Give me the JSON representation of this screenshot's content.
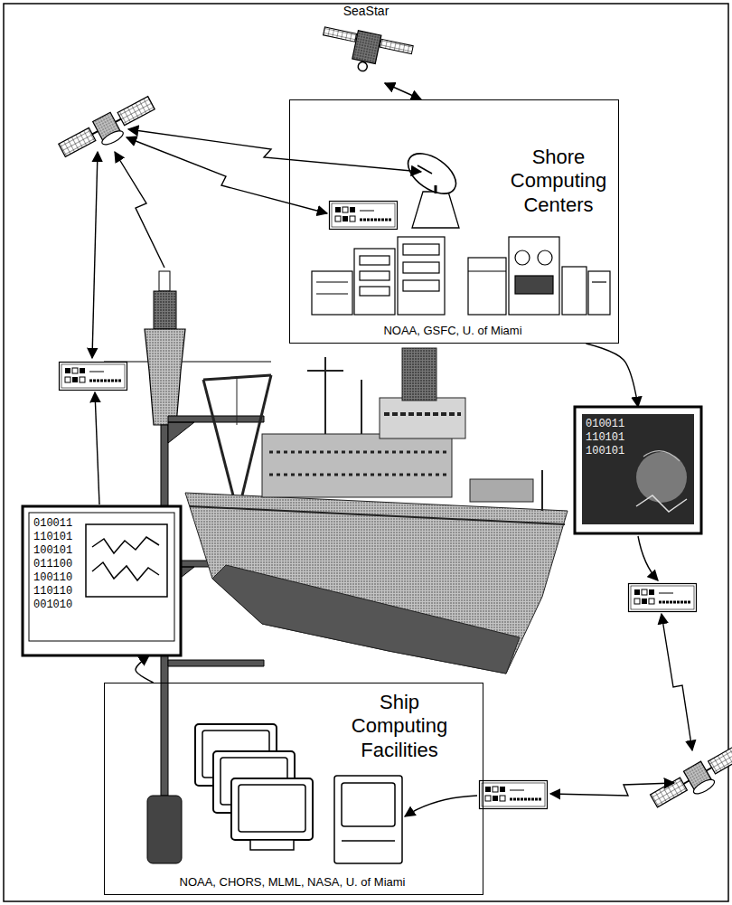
{
  "diagram": {
    "nodes": [
      {
        "text": [
          "SeaStar"
        ]
      },
      {
        "text": [
          "Shore Computing Centers",
          "NOAA, GSFC, U. of Miami"
        ]
      },
      {
        "text": [
          "010011 110101 100101"
        ]
      },
      {
        "text": [
          "010011 110101 100101 011100 100110 110110 001010"
        ]
      },
      {
        "text": [
          "Ship Computing Facilities",
          "NOAA, CHORS, MLML, NASA, U. of Miami"
        ]
      }
    ],
    "edges": [
      {
        "from": 0,
        "to": 1,
        "arrow": "both"
      },
      {
        "from": 1,
        "to": 2,
        "arrow": "to"
      },
      {
        "from": 4,
        "to": 3,
        "arrow": "to"
      }
    ]
  }
}
